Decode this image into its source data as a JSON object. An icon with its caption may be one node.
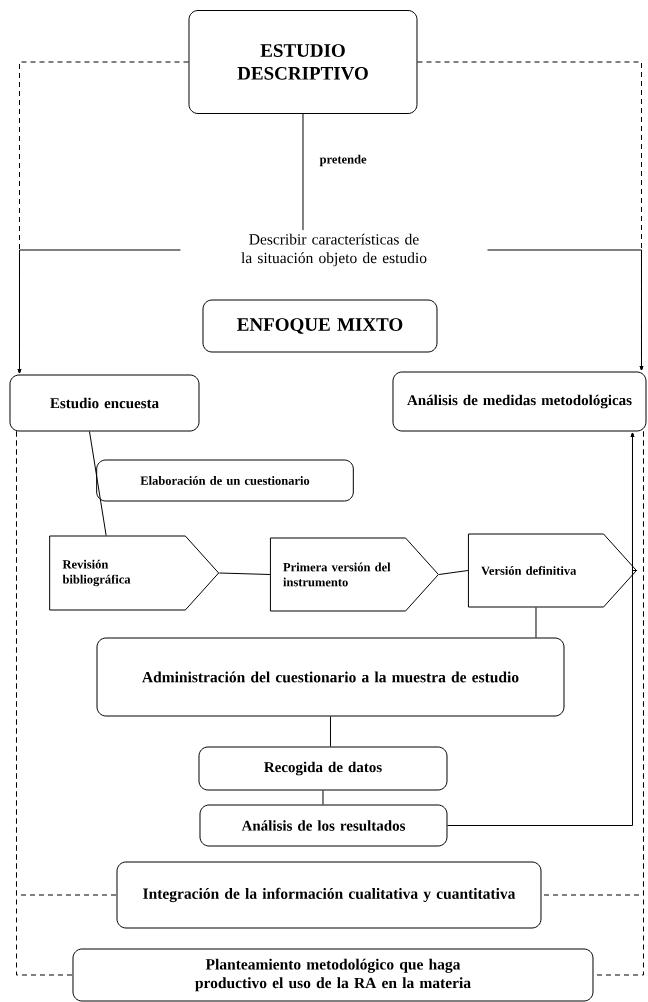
{
  "diagram": {
    "nodes": [
      {
        "text": [
          "ESTUDIO DESCRIPTIVO"
        ]
      },
      {
        "text": [
          "Describir características de la situación objeto de estudio"
        ]
      },
      {
        "text": [
          "ENFOQUE MIXTO"
        ]
      },
      {
        "text": [
          "Estudio encuesta"
        ]
      },
      {
        "text": [
          "Análisis de medidas metodológicas"
        ]
      },
      {
        "text": [
          "Elaboración de un cuestionario"
        ]
      },
      {
        "text": [
          "Revisión bibliográfica"
        ]
      },
      {
        "text": [
          "Primera versión del instrumento"
        ]
      },
      {
        "text": [
          "Versión definitiva"
        ]
      },
      {
        "text": [
          "Administración del cuestionario a la muestra de estudio"
        ]
      },
      {
        "text": [
          "Recogida de datos"
        ]
      },
      {
        "text": [
          "Análisis de los resultados"
        ]
      },
      {
        "text": [
          "Integración de la información cualitativa y cuantitativa"
        ]
      },
      {
        "text": [
          "Planteamiento metodológico que haga productivo el uso de la RA en la materia"
        ]
      }
    ],
    "edges": [
      {
        "from": 0,
        "to": 1,
        "arrow": "none",
        "label": "pretende"
      },
      {
        "from": 1,
        "to": 3,
        "arrow": "to"
      },
      {
        "from": 1,
        "to": 4,
        "arrow": "to"
      },
      {
        "from": 0,
        "to": 3,
        "arrow": "to",
        "style": "dashed"
      },
      {
        "from": 0,
        "to": 4,
        "arrow": "to",
        "style": "dashed"
      },
      {
        "from": 3,
        "to": 6,
        "arrow": "none"
      },
      {
        "from": 6,
        "to": 7,
        "arrow": "none"
      },
      {
        "from": 7,
        "to": 8,
        "arrow": "none"
      },
      {
        "from": 8,
        "to": 9,
        "arrow": "none"
      },
      {
        "from": 8,
        "to": 4,
        "arrow": "to"
      },
      {
        "from": 11,
        "to": 4,
        "arrow": "to"
      },
      {
        "from": 9,
        "to": 10,
        "arrow": "none"
      },
      {
        "from": 10,
        "to": 11,
        "arrow": "none"
      },
      {
        "from": 3,
        "to": 12,
        "arrow": "none",
        "style": "dashed"
      },
      {
        "from": 3,
        "to": 13,
        "arrow": "none",
        "style": "dashed"
      },
      {
        "from": 4,
        "to": 12,
        "arrow": "none",
        "style": "dashed"
      },
      {
        "from": 4,
        "to": 13,
        "arrow": "none",
        "style": "dashed"
      }
    ]
  }
}
